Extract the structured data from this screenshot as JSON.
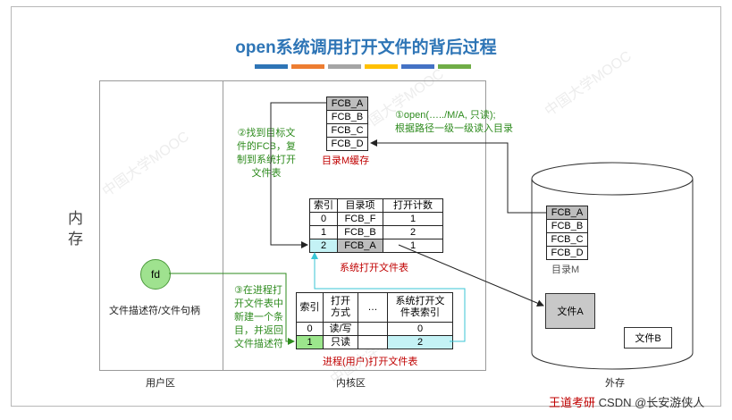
{
  "title": "open系统调用打开文件的背后过程",
  "title_bar_colors": [
    "#2e75b6",
    "#ed7d31",
    "#a5a5a5",
    "#ffc000",
    "#4472c4",
    "#70ad47"
  ],
  "memory_label": [
    "内",
    "存"
  ],
  "regions": {
    "user": "用户区",
    "kernel": "内核区",
    "external": "外存"
  },
  "fd_label": "fd",
  "fd_caption": "文件描述符/文件句柄",
  "dir_cache": {
    "rows": [
      "FCB_A",
      "FCB_B",
      "FCB_C",
      "FCB_D"
    ],
    "caption": "目录M缓存"
  },
  "disk_dir": {
    "rows": [
      "FCB_A",
      "FCB_B",
      "FCB_C",
      "FCB_D"
    ],
    "caption": "目录M"
  },
  "step1": [
    "①open(…../M/A, 只读);",
    "根据路径一级一级读入目录"
  ],
  "step2": [
    "②找到目标文",
    "件的FCB，复",
    "制到系统打开",
    "文件表"
  ],
  "step3": [
    "③在进程打",
    "开文件表中",
    "新建一个条",
    "目，并返回",
    "文件描述符"
  ],
  "sys_table": {
    "headers": [
      "索引",
      "目录项",
      "打开计数"
    ],
    "rows": [
      [
        "0",
        "FCB_F",
        "1"
      ],
      [
        "1",
        "FCB_B",
        "2"
      ],
      [
        "2",
        "FCB_A",
        "1"
      ]
    ],
    "caption": "系统打开文件表"
  },
  "proc_table": {
    "headers": [
      "索引",
      "打开\n方式",
      "…",
      "系统打开文\n件表索引"
    ],
    "rows": [
      [
        "0",
        "读/写",
        "",
        "0"
      ],
      [
        "1",
        "只读",
        "",
        "2"
      ]
    ],
    "caption": "进程(用户)打开文件表"
  },
  "file_a": "文件A",
  "file_b": "文件B",
  "watermark": "中国大学MOOC",
  "credit": "CSDN @长安游侠人",
  "credit2": "王道考研"
}
